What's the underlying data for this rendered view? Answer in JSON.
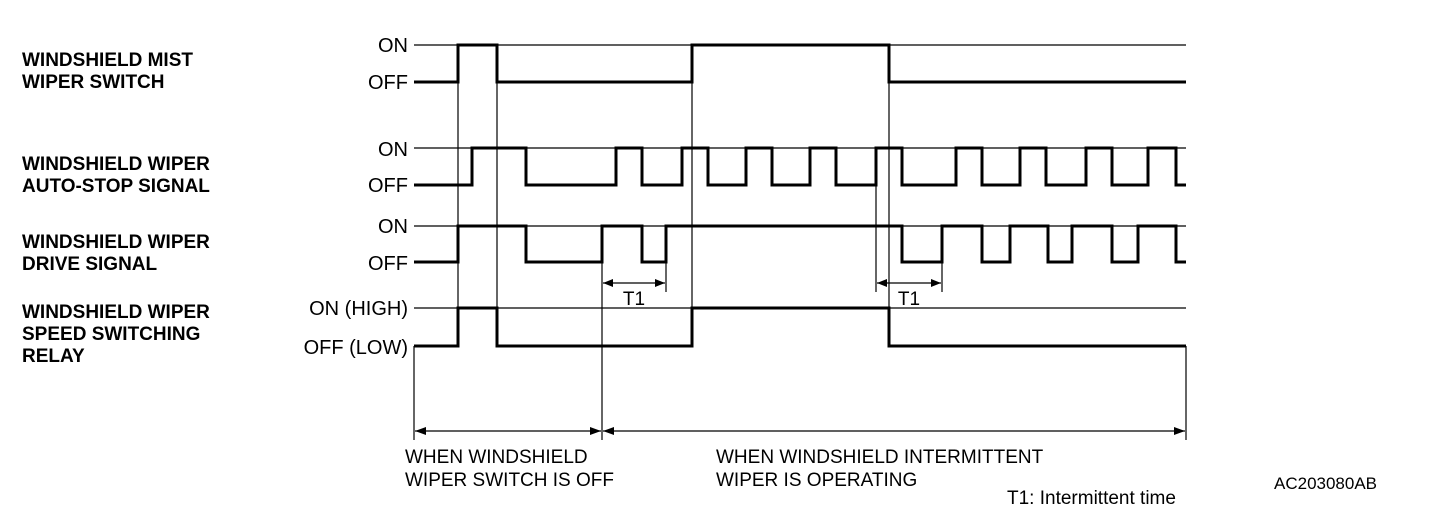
{
  "signals": [
    {
      "label_lines": [
        "WINDSHIELD MIST",
        "WIPER SWITCH"
      ],
      "on_text": "ON",
      "off_text": "OFF"
    },
    {
      "label_lines": [
        "WINDSHIELD WIPER",
        "AUTO-STOP SIGNAL"
      ],
      "on_text": "ON",
      "off_text": "OFF"
    },
    {
      "label_lines": [
        "WINDSHIELD WIPER",
        "DRIVE SIGNAL"
      ],
      "on_text": "ON",
      "off_text": "OFF"
    },
    {
      "label_lines": [
        "WINDSHIELD WIPER",
        "SPEED SWITCHING",
        "RELAY"
      ],
      "on_text": "ON (HIGH)",
      "off_text": "OFF (LOW)"
    }
  ],
  "phases": [
    {
      "lines": [
        "WHEN WINDSHIELD",
        "WIPER SWITCH IS OFF"
      ]
    },
    {
      "lines": [
        "WHEN WINDSHIELD INTERMITTENT",
        "WIPER IS OPERATING"
      ]
    }
  ],
  "interval_label": "T1",
  "legend": "T1: Intermittent time",
  "figure_id": "AC203080AB"
}
